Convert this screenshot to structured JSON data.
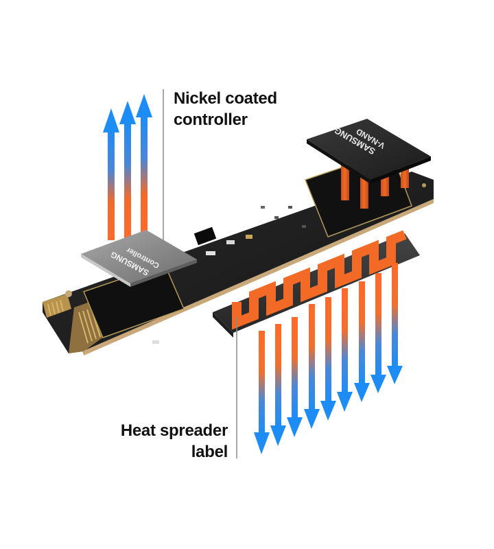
{
  "diagram": {
    "subject": "M.2 NVMe SSD thermal design",
    "callouts": {
      "controller": {
        "line1": "Nickel coated",
        "line2": "controller"
      },
      "heat_spreader": {
        "line1": "Heat spreader",
        "line2": "label"
      }
    },
    "chips": {
      "controller": {
        "brand": "SAMSUNG",
        "label": "Controller"
      },
      "nand": {
        "brand": "SAMSUNG",
        "label": "V-NAND"
      }
    },
    "arrows": {
      "upward_count": 3,
      "downward_count": 9,
      "hot_color": "#ff6a2a",
      "cool_color": "#1e8cf5"
    },
    "colors": {
      "pcb": "#1c1c1c",
      "pcb_edge": "#c8a878",
      "gold_contacts": "#c9a45c",
      "controller_nickel": "#8e8e8e",
      "heat_spreader": "#2e2e2e",
      "copper_fins": "#f26a25",
      "leader_line": "#8a8a8a",
      "text": "#111111"
    }
  }
}
